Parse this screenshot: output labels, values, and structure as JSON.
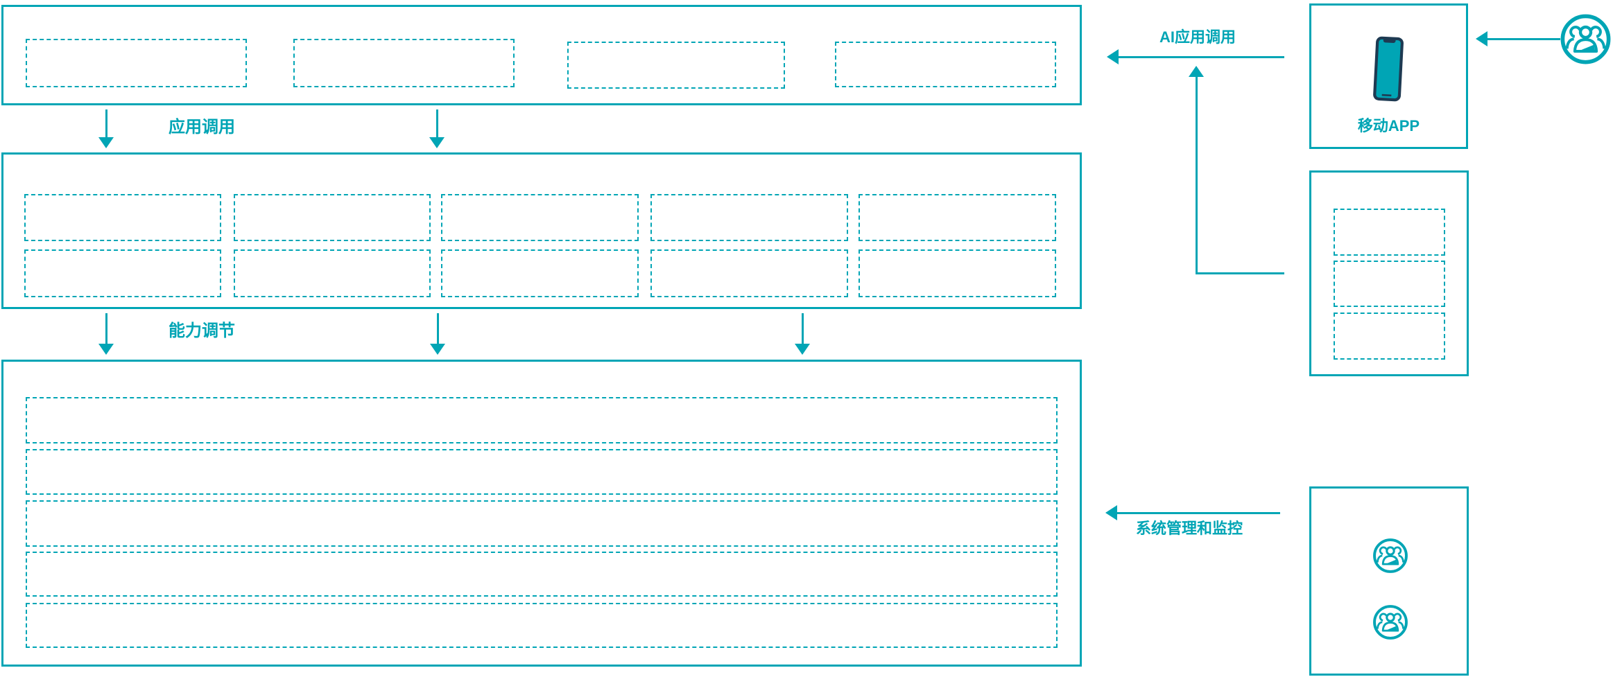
{
  "colors": {
    "accent": "#00a5b5",
    "phone_frame": "#1e3a52",
    "background": "#ffffff"
  },
  "labels": {
    "app_call": "应用调用",
    "capability_adjust": "能力调节",
    "ai_app_call": "AI应用调用",
    "mobile_app": "移动APP",
    "system_management": "系统管理和监控"
  },
  "diagram": {
    "top_layer": {
      "placeholder_count": 4
    },
    "middle_layer": {
      "rows": 2,
      "placeholders_per_row": 5
    },
    "bottom_layer": {
      "placeholder_rows": 5
    },
    "services_panel": {
      "placeholder_count": 3
    },
    "operators_panel": {
      "group_icon_count": 2
    },
    "icons": [
      "mobile-phone-icon",
      "users-group-icon"
    ]
  }
}
